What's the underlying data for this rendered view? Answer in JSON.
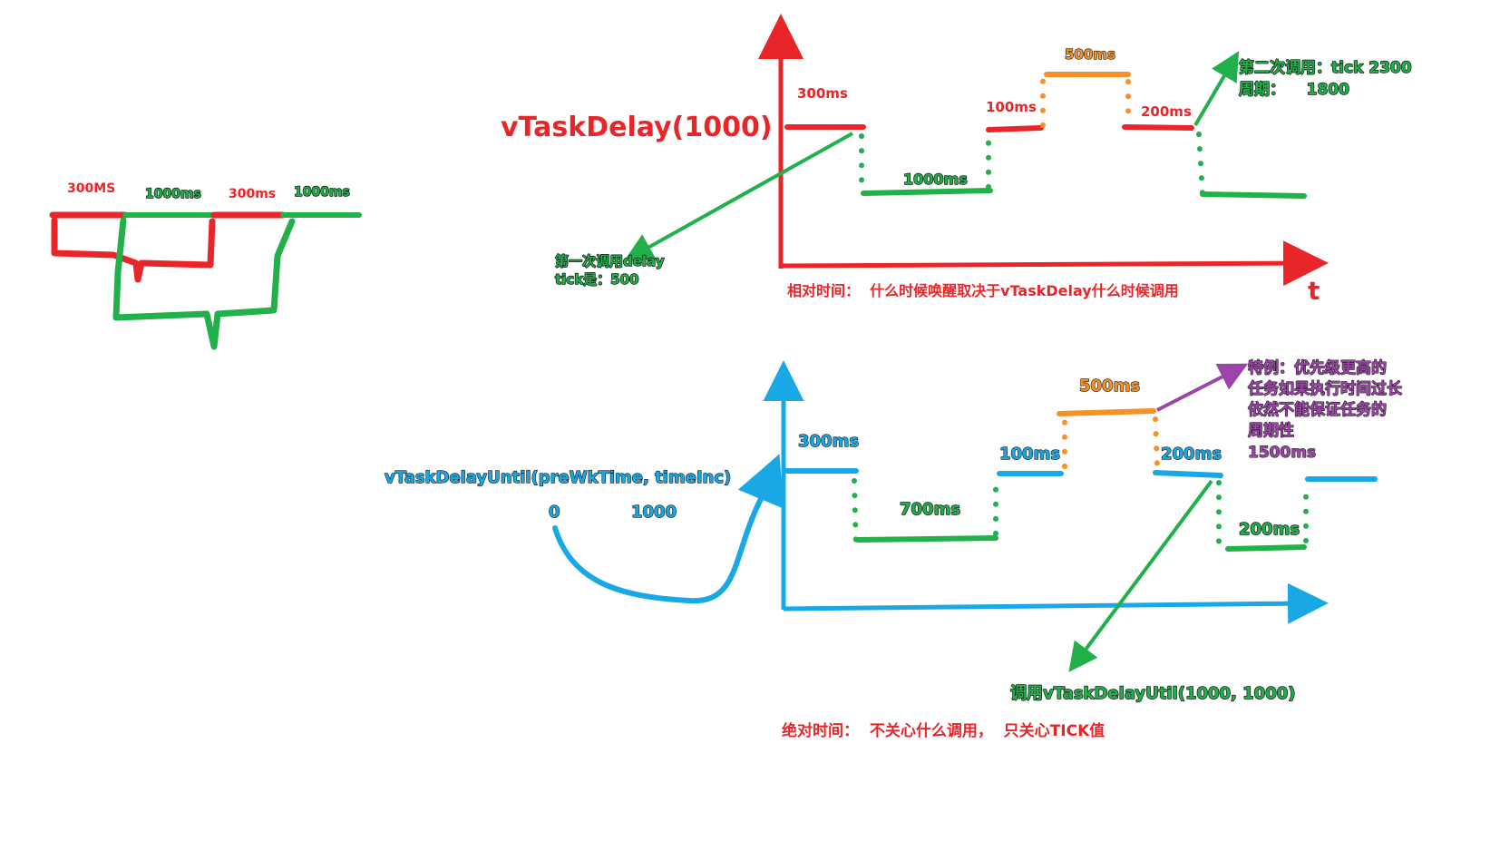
{
  "colors": {
    "red": "#e8262a",
    "green": "#22b04a",
    "orange": "#f6912a",
    "blue": "#1aa7e6",
    "purple": "#9c44a8"
  },
  "sketch": {
    "label_300ms_a": "300MS",
    "label_1000ms_a": "1000ms",
    "label_300ms_b": "300ms",
    "label_1000ms_b": "1000ms"
  },
  "relative": {
    "title": "vTaskDelay(1000)",
    "seg_300": "300ms",
    "seg_1000": "1000ms",
    "seg_100": "100ms",
    "seg_500": "500ms",
    "seg_200": "200ms",
    "second_call_line1": "第二次调用：tick 2300",
    "second_call_line2": "周期：    1800",
    "first_call_line1": "第一次调用delay",
    "first_call_line2": "tick是：500",
    "axis_label": "t",
    "caption": "相对时间：  什么时候唤醒取决于vTaskDelay什么时候调用"
  },
  "absolute": {
    "title": "vTaskDelayUntil(preWkTime, timeInc)",
    "param_0": "0",
    "param_1000": "1000",
    "seg_300": "300ms",
    "seg_700": "700ms",
    "seg_100": "100ms",
    "seg_500": "500ms",
    "seg_200a": "200ms",
    "seg_200b": "200ms",
    "special_line1": "特例：优先级更高的",
    "special_line2": "任务如果执行时间过长",
    "special_line3": "依然不能保证任务的",
    "special_line4": "周期性",
    "special_line5": "1500ms",
    "call_note": "调用vTaskDelayUtil(1000, 1000)",
    "caption": "绝对时间：  不关心什么调用，  只关心TICK值"
  }
}
